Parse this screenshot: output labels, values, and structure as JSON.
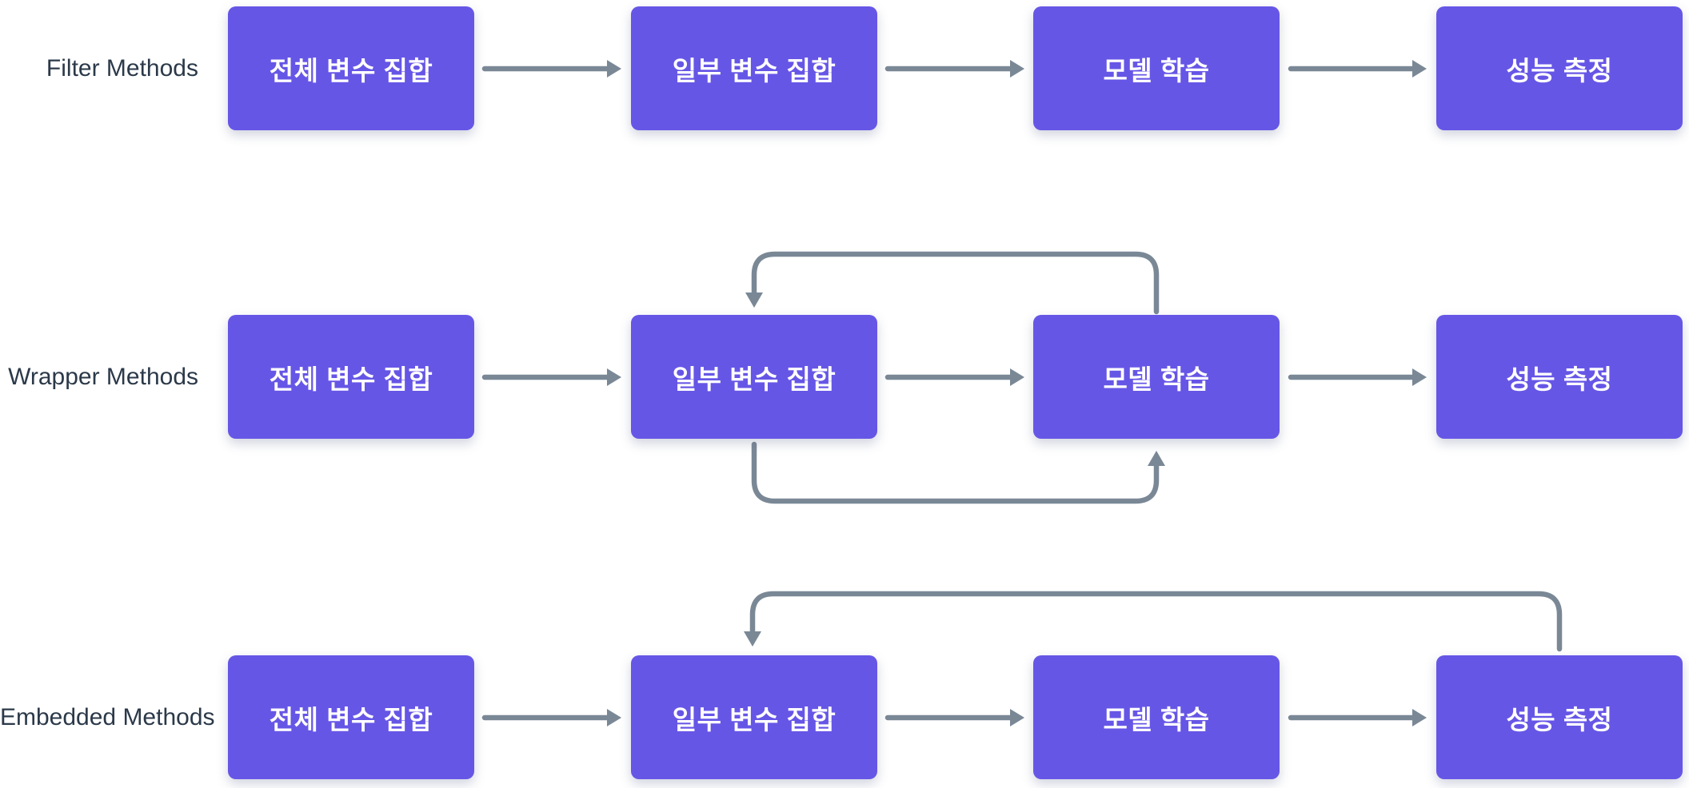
{
  "diagram": {
    "background": "#ffffff",
    "colors": {
      "node_fill": "#6656E6",
      "node_text": "#ffffff",
      "arrow": "#7A8896",
      "row_label_text": "#2B3949"
    },
    "rows": [
      {
        "label": "Filter Methods",
        "boxes": [
          "전체 변수 집합",
          "일부 변수 집합",
          "모델 학습",
          "성능 측정"
        ],
        "feedback_loops": []
      },
      {
        "label": "Wrapper Methods",
        "boxes": [
          "전체 변수 집합",
          "일부 변수 집합",
          "모델 학습",
          "성능 측정"
        ],
        "feedback_loops": [
          "모델 학습 → 일부 변수 집합 (top loop)",
          "일부 변수 집합 → 모델 학습 (bottom loop)"
        ]
      },
      {
        "label": "Embedded Methods",
        "boxes": [
          "전체 변수 집합",
          "일부 변수 집합",
          "모델 학습",
          "성능 측정"
        ],
        "feedback_loops": [
          "성능 측정 → 일부 변수 집합 (top loop)"
        ]
      }
    ]
  }
}
